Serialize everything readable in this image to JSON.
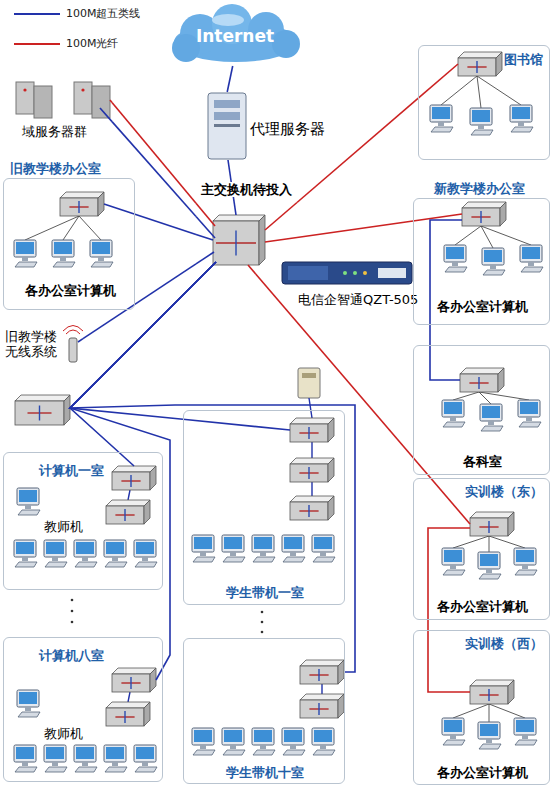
{
  "diagram": {
    "nodes": [
      {
        "text": [
          "Internet"
        ]
      },
      {
        "text": [
          "域服务器群"
        ]
      },
      {
        "text": [
          "代理服务器"
        ]
      },
      {
        "text": [
          "主交换机待投入"
        ]
      },
      {
        "text": [
          "电信企智通QZT-505"
        ]
      },
      {
        "text": [
          "图书馆"
        ]
      },
      {
        "text": [
          "旧教学楼办公室",
          "各办公室计算机"
        ]
      },
      {
        "text": [
          "新教学楼办公室",
          "各办公室计算机"
        ]
      },
      {
        "text": [
          "各科室"
        ]
      },
      {
        "text": [
          "旧教学楼 无线系统"
        ]
      },
      {
        "text": [
          "计算机一室",
          "教师机"
        ]
      },
      {
        "text": [
          "计算机八室",
          "教师机"
        ]
      },
      {
        "text": [
          "学生带机一室"
        ]
      },
      {
        "text": [
          "学生带机十室"
        ]
      },
      {
        "text": [
          "实训楼（东）",
          "各办公室计算机"
        ]
      },
      {
        "text": [
          "实训楼（西）",
          "各办公室计算机"
        ]
      }
    ],
    "edges": [
      {
        "from": 0,
        "to": 2,
        "arrow": "none"
      },
      {
        "from": 1,
        "to": 3,
        "arrow": "none"
      },
      {
        "from": 1,
        "to": 3,
        "arrow": "none"
      },
      {
        "from": 2,
        "to": 3,
        "arrow": "none"
      },
      {
        "from": 3,
        "to": 5,
        "arrow": "none"
      },
      {
        "from": 3,
        "to": 6,
        "arrow": "none"
      },
      {
        "from": 3,
        "to": 7,
        "arrow": "none"
      },
      {
        "from": 7,
        "to": 8,
        "arrow": "none"
      },
      {
        "from": 3,
        "to": 9,
        "arrow": "none"
      },
      {
        "from": 3,
        "to": 10,
        "arrow": "none"
      },
      {
        "from": 3,
        "to": 11,
        "arrow": "none"
      },
      {
        "from": 3,
        "to": 12,
        "arrow": "none"
      },
      {
        "from": 3,
        "to": 13,
        "arrow": "none"
      },
      {
        "from": 3,
        "to": 14,
        "arrow": "none"
      },
      {
        "from": 14,
        "to": 15,
        "arrow": "none"
      }
    ],
    "legend": [
      {
        "text": "100M超五类线"
      },
      {
        "text": "100M光纤"
      }
    ]
  }
}
